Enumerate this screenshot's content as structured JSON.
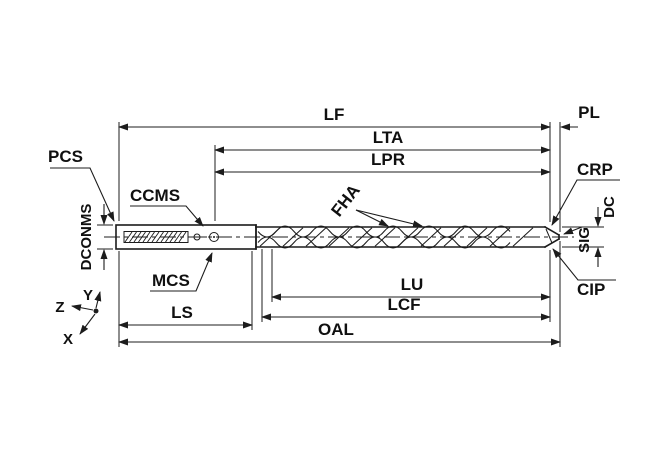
{
  "diagram": {
    "title": "drill-dimension-diagram",
    "labels": {
      "lf": "LF",
      "pl": "PL",
      "lta": "LTA",
      "lpr": "LPR",
      "pcs": "PCS",
      "ccms": "CCMS",
      "dconms": "DCONMS",
      "mcs": "MCS",
      "fha": "FHA",
      "crp": "CRP",
      "dc": "DC",
      "sig": "SIG",
      "cip": "CIP",
      "lu": "LU",
      "lcf": "LCF",
      "ls": "LS",
      "oal": "OAL",
      "axis_z": "Z",
      "axis_y": "Y",
      "axis_x": "X"
    },
    "colors": {
      "line": "#1c1c1c",
      "background": "#ffffff"
    }
  }
}
